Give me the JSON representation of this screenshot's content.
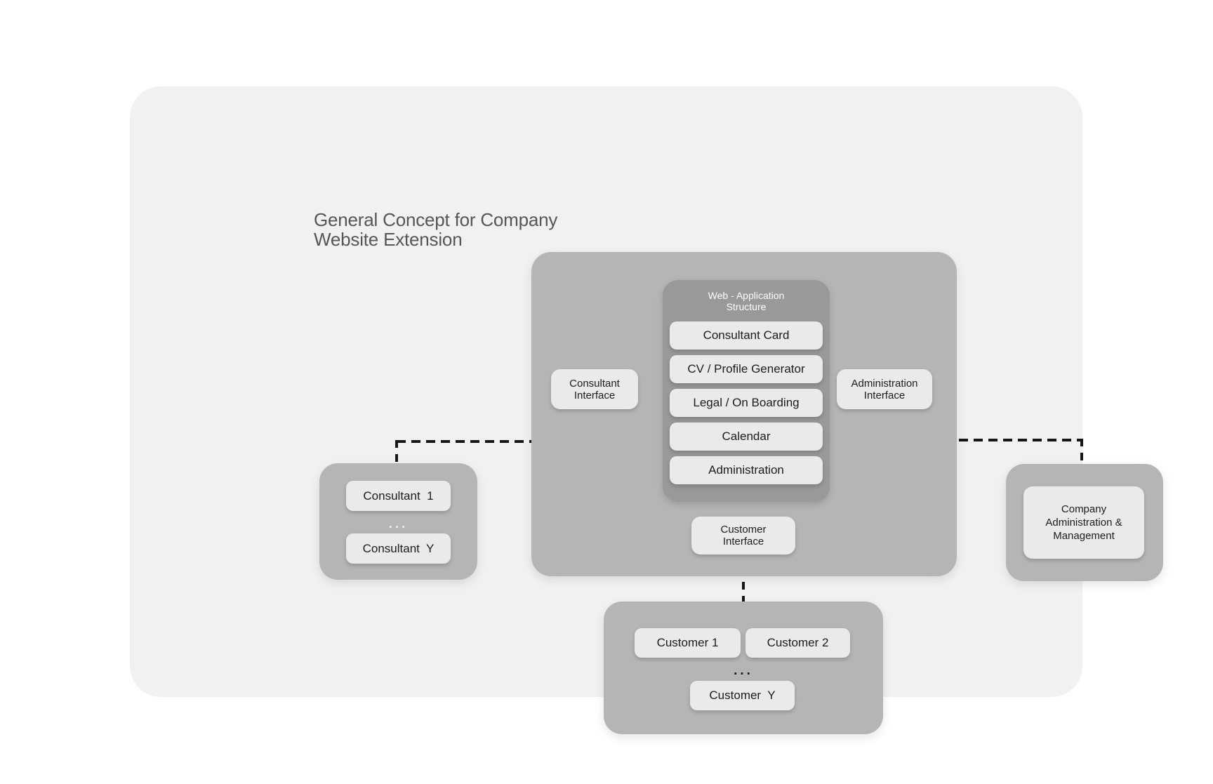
{
  "title": "General Concept for Company\nWebsite Extension",
  "web_app": {
    "title": "Web - Application\nStructure",
    "modules": [
      "Consultant Card",
      "CV / Profile Generator",
      "Legal / On Boarding",
      "Calendar",
      "Administration"
    ]
  },
  "interfaces": {
    "consultant": "Consultant\nInterface",
    "administration": "Administration\nInterface",
    "customer": "Customer\nInterface"
  },
  "consultants": {
    "first": "Consultant  1",
    "ellipsis": "...",
    "last": "Consultant  Y"
  },
  "customers": {
    "first": "Customer 1",
    "second": "Customer 2",
    "ellipsis": "...",
    "last": "Customer  Y"
  },
  "company": {
    "label": "Company\nAdministration &\nManagement"
  },
  "colors": {
    "frame": "#f1f1f0",
    "panel": "#b6b5b4",
    "panel_dark": "#9a9998",
    "chip": "#ebeae9",
    "line": "#161616",
    "title": "#55565a",
    "text": "#1c1c1e",
    "white": "#ffffff",
    "dots_light": "#ececec"
  }
}
